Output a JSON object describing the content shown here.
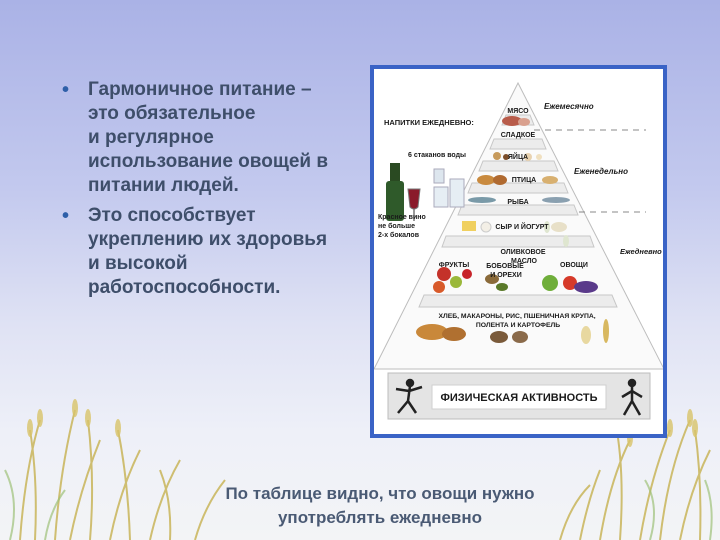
{
  "slide": {
    "bullets": [
      {
        "text": "Гармоничное питание –\nэто  обязательное\nи регулярное\nиспользование овощей в\nпитании людей."
      },
      {
        "text": "Это  способствует\nукреплению их здоровья\nи высокой\nработоспособности."
      }
    ],
    "caption": {
      "line1": "По таблице  видно, что овощи нужно",
      "line2": "употреблять  ежедневно"
    }
  },
  "pyramid": {
    "drinks_label": "НАПИТКИ ЕЖЕДНЕВНО:",
    "water_label": "6 стаканов воды",
    "wine_label": "Красное вино\nне больше\n2-х бокалов",
    "freq_monthly": "Ежемесячно",
    "freq_weekly": "Еженедельно",
    "freq_daily": "Ежедневно",
    "tier_meat": "МЯСО",
    "tier_sweets": "СЛАДКОЕ",
    "tier_eggs": "ЯЙЦА",
    "tier_poultry": "ПТИЦА",
    "tier_fish": "РЫБА",
    "tier_cheese": "СЫР И ЙОГУРТ",
    "tier_oil": "ОЛИВКОВОЕ\nМАСЛО",
    "tier_fruits": "ФРУКТЫ",
    "tier_legumes": "БОБОВЫЕ\nИ ОРЕХИ",
    "tier_vegetables": "ОВОЩИ",
    "tier_grains": "ХЛЕБ, МАКАРОНЫ, РИС, ПШЕНИЧНАЯ КРУПА,\nПОЛЕНТА И КАРТОФЕЛЬ",
    "tier_activity": "ФИЗИЧЕСКАЯ АКТИВНОСТЬ"
  },
  "colors": {
    "poster_border": "#3a63c6",
    "bullet_text": "#3e4e6a",
    "bullet_dot": "#2e5fa8",
    "caption_text": "#4a5a74"
  }
}
